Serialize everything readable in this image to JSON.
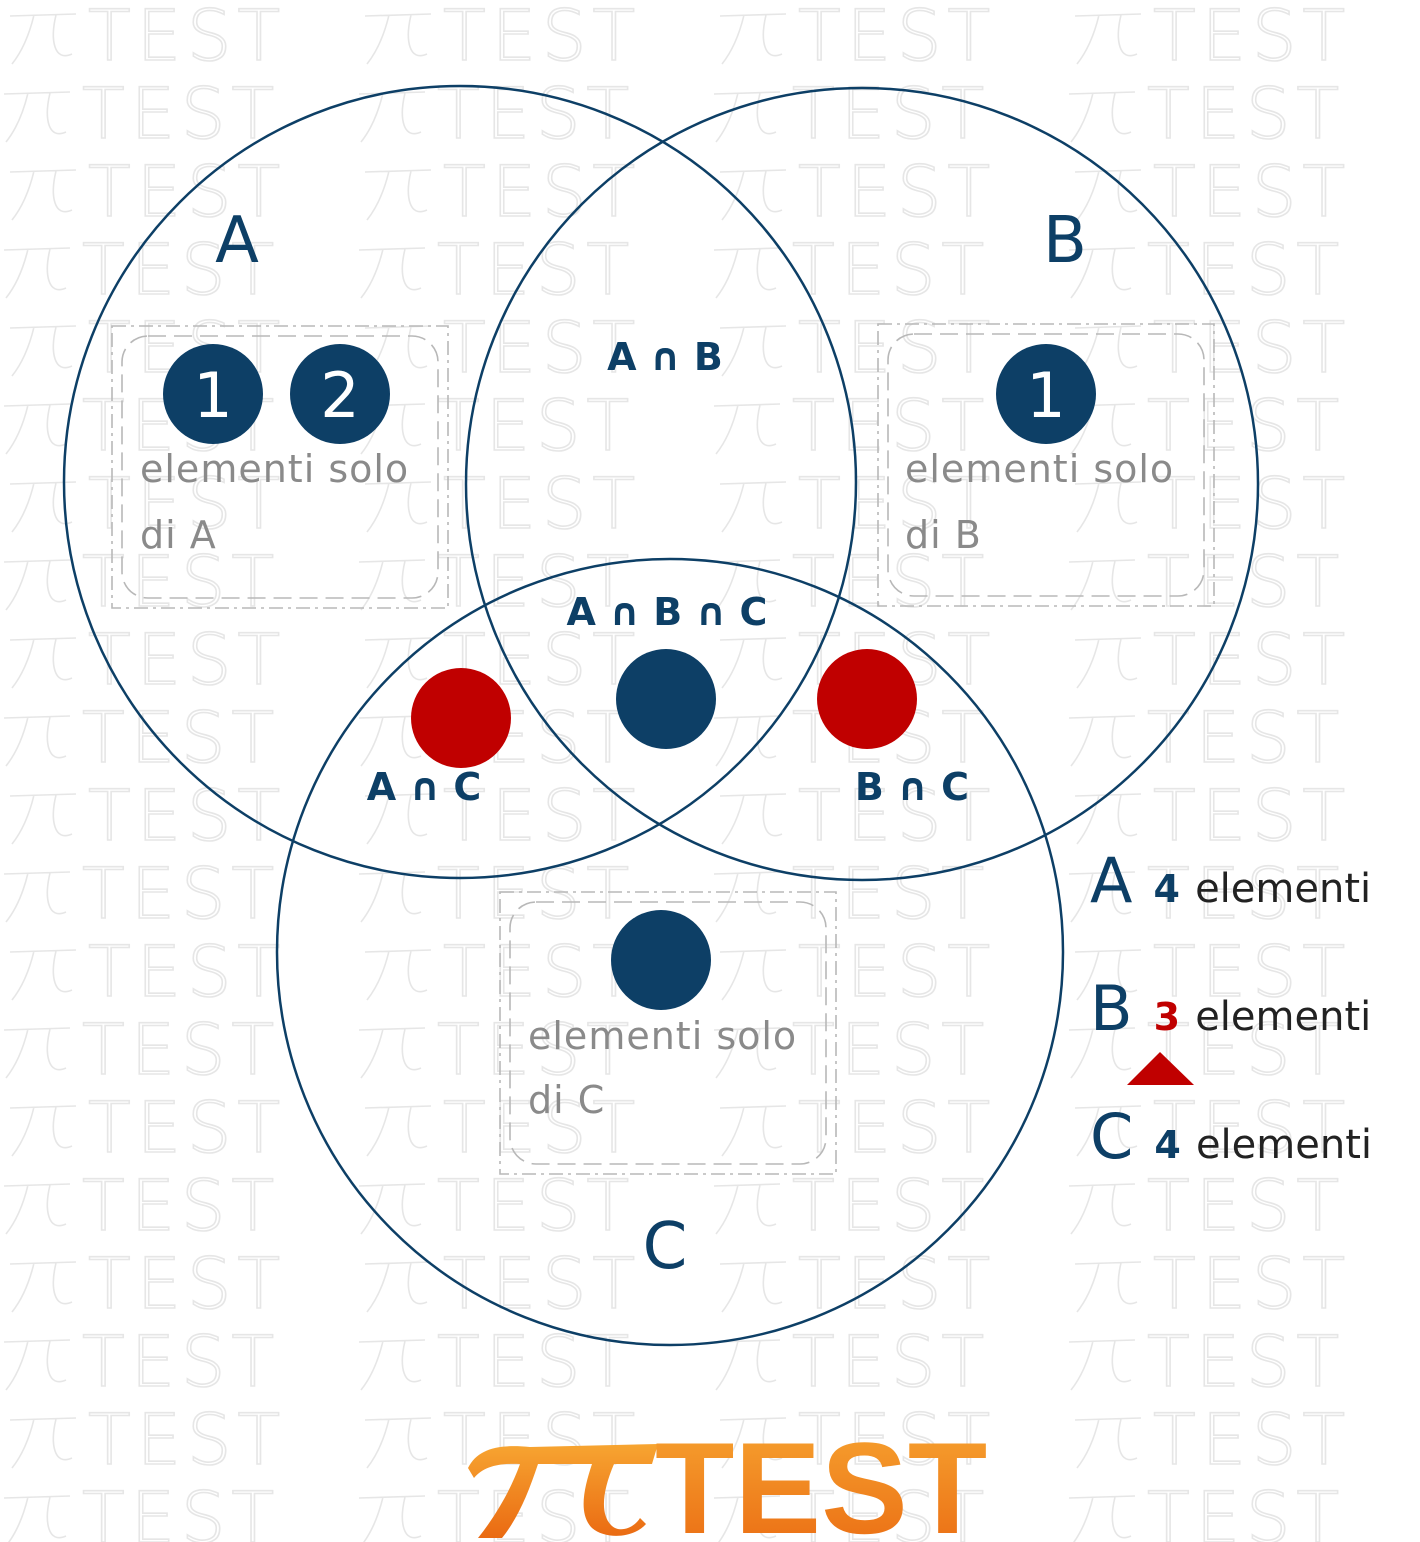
{
  "watermark": {
    "text": "TEST"
  },
  "colors": {
    "navy": "#0d3f66",
    "red": "#c00000",
    "gray": "#8a8a8a",
    "orange": "#f28a1e"
  },
  "sets": [
    {
      "id": "A",
      "label": "A"
    },
    {
      "id": "B",
      "label": "B"
    },
    {
      "id": "C",
      "label": "C"
    }
  ],
  "intersections": {
    "ab": "A ∩ B",
    "abc": "A ∩ B ∩ C",
    "ac": "A ∩ C",
    "bc": "B ∩ C"
  },
  "regions": {
    "only_a": {
      "line1": "elementi solo",
      "line2": "di A",
      "badges": [
        "1",
        "2"
      ]
    },
    "only_b": {
      "line1": "elementi solo",
      "line2": "di B",
      "badges": [
        "1"
      ]
    },
    "only_c": {
      "line1": "elementi solo",
      "line2": "di C",
      "badges": [
        ""
      ]
    }
  },
  "legend": [
    {
      "set": "A",
      "count": "4",
      "word": "elementi",
      "count_color": "#0d3f66"
    },
    {
      "set": "B",
      "count": "3",
      "word": "elementi",
      "count_color": "#c00000",
      "marker": "red-triangle"
    },
    {
      "set": "C",
      "count": "4",
      "word": "elementi",
      "count_color": "#0d3f66"
    }
  ],
  "logo": {
    "symbol": "π",
    "text": "TEST"
  }
}
